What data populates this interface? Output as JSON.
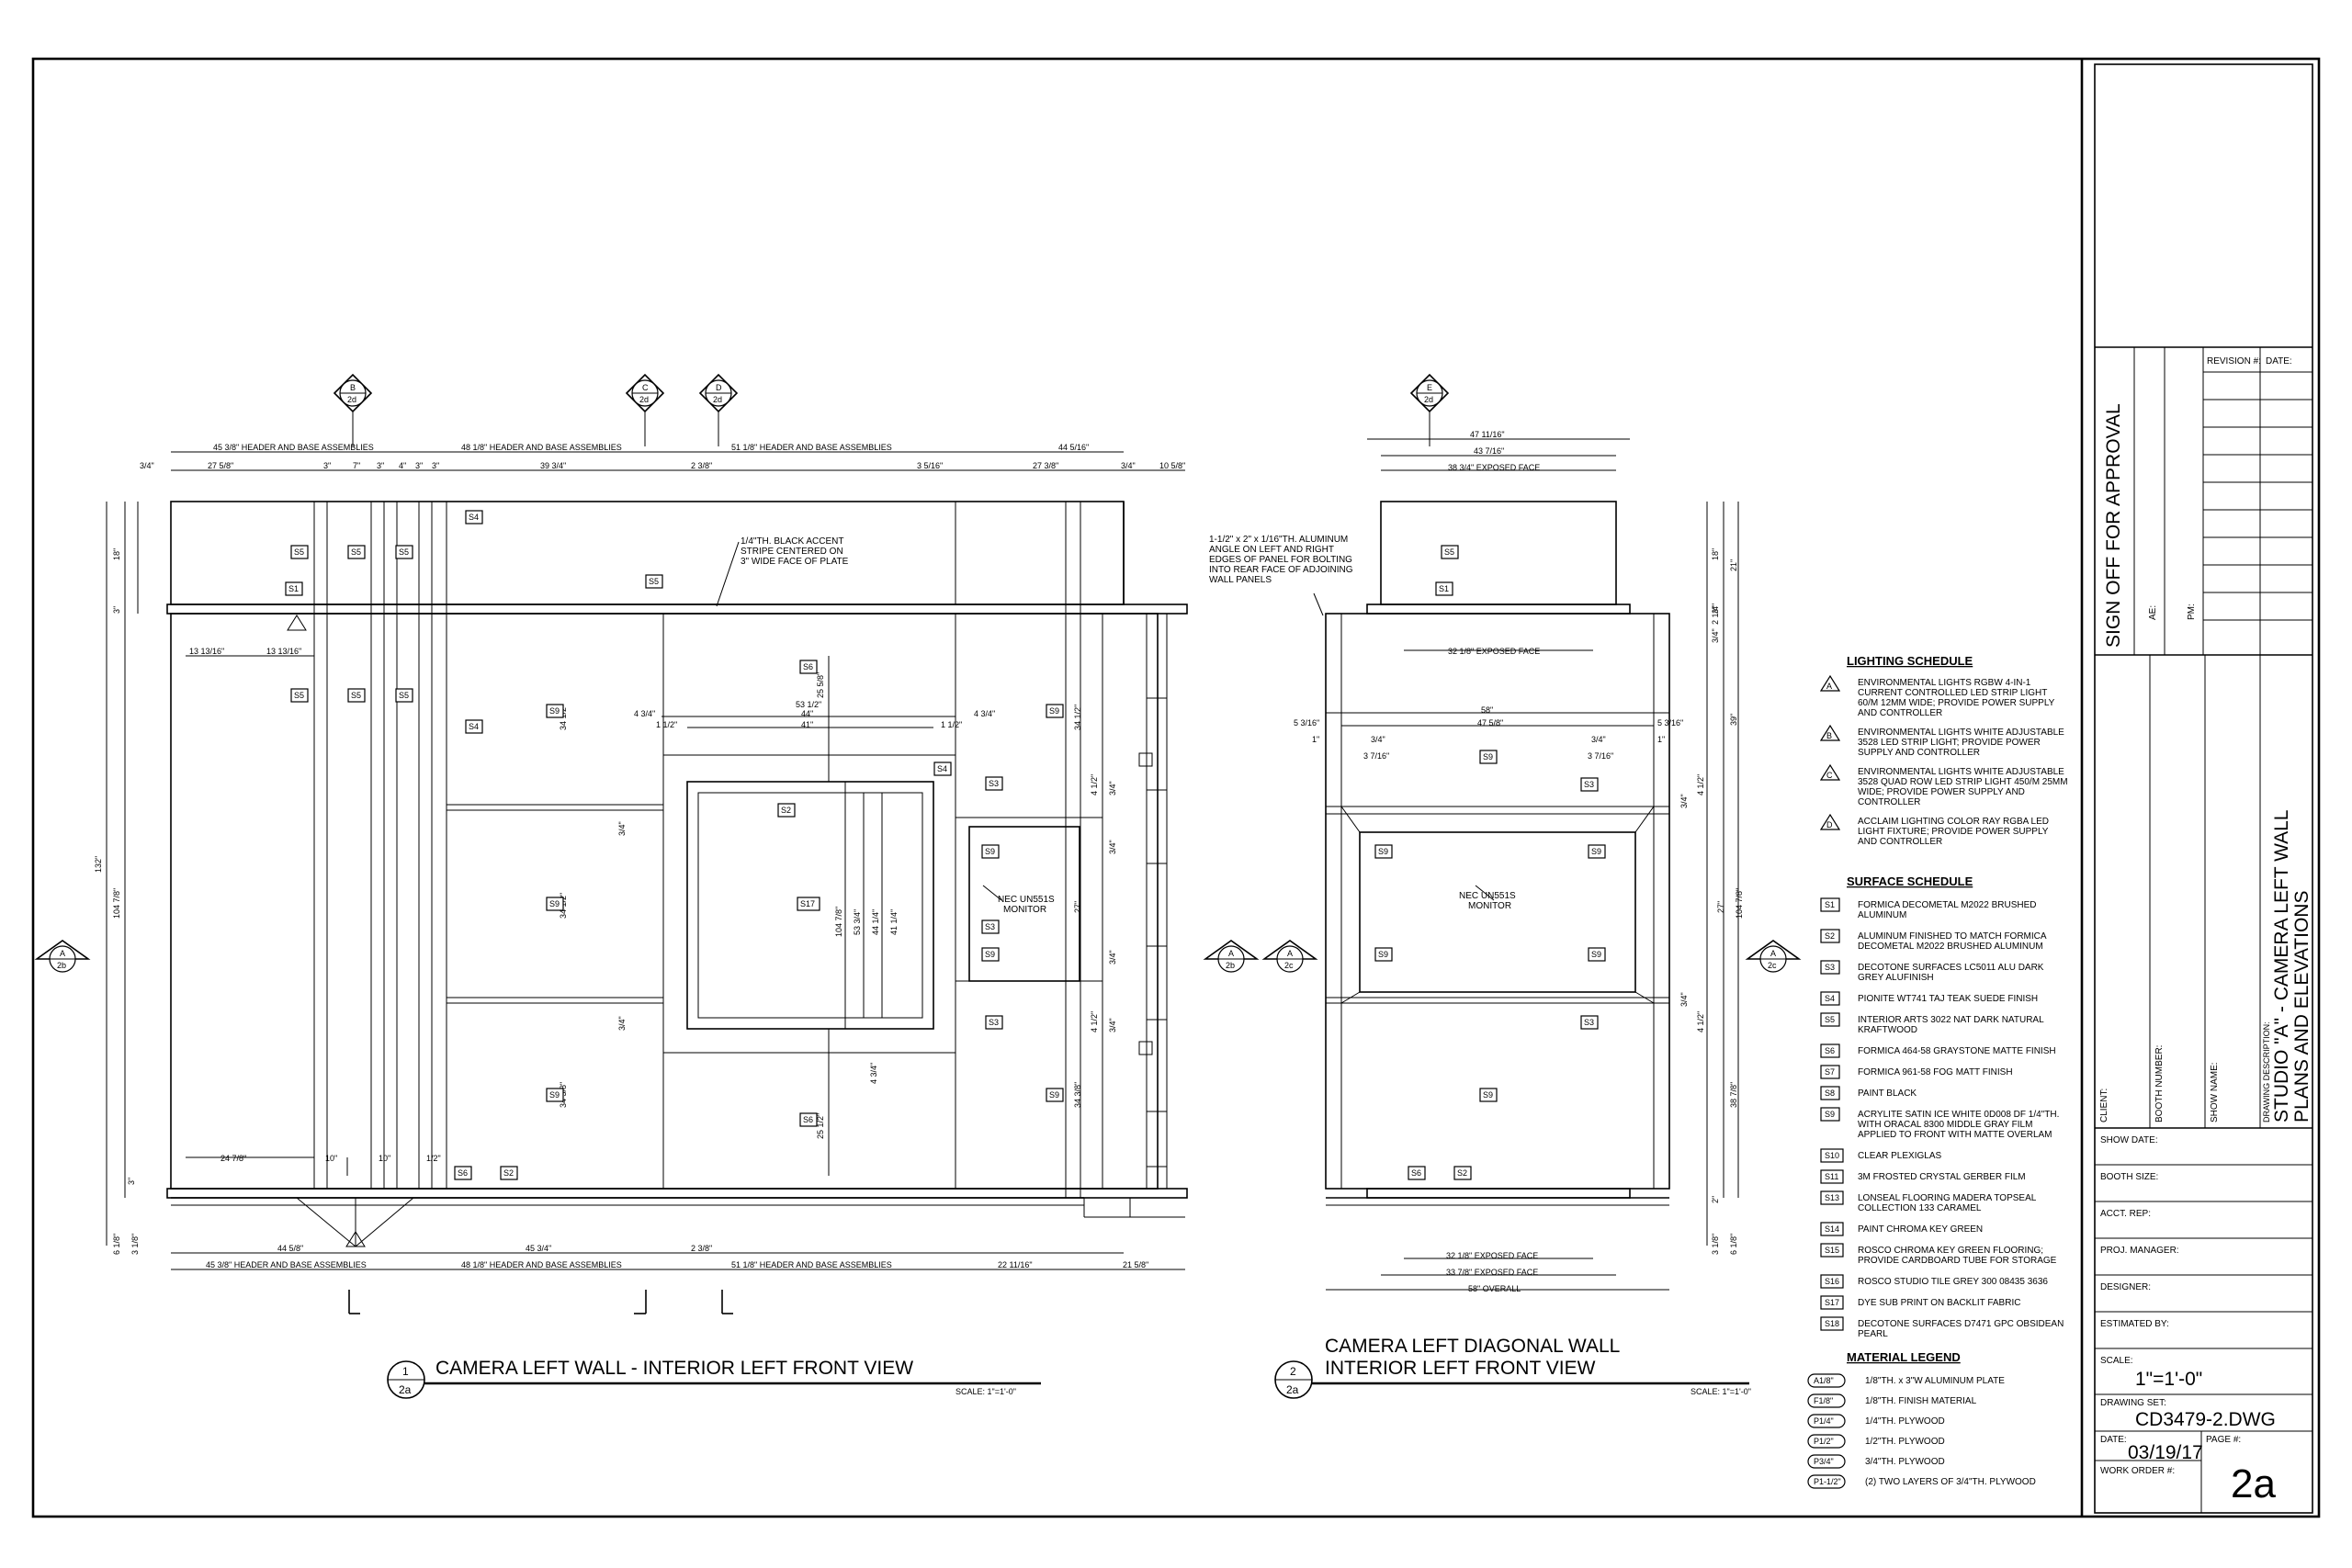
{
  "sheet": {
    "approval": {
      "title": "SIGN OFF FOR APPROVAL",
      "ae_label": "AE:",
      "pm_label": "PM:"
    },
    "revision": {
      "rev_label": "REVISION #:",
      "date_label": "DATE:"
    },
    "info": {
      "client_label": "CLIENT:",
      "booth_number_label": "BOOTH NUMBER:",
      "show_name_label": "SHOW NAME:",
      "description_label": "DRAWING DESCRIPTION:",
      "description_line1": "STUDIO \"A\" - CAMERA LEFT WALL",
      "description_line2": "PLANS AND ELEVATIONS",
      "show_date_label": "SHOW DATE:",
      "booth_size_label": "BOOTH SIZE:",
      "acct_rep_label": "ACCT. REP:",
      "proj_manager_label": "PROJ. MANAGER:",
      "designer_label": "DESIGNER:",
      "estimated_by_label": "ESTIMATED BY:",
      "scale_label": "SCALE:",
      "scale_value": "1\"=1'-0\"",
      "drawing_set_label": "DRAWING SET:",
      "drawing_set_value": "CD3479-2.DWG",
      "date_label": "DATE:",
      "date_value": "03/19/17",
      "page_label": "PAGE #:",
      "page_value": "2a",
      "work_order_label": "WORK ORDER #:"
    }
  },
  "views": {
    "view1": {
      "num": "1",
      "sheet": "2a",
      "title": "CAMERA LEFT WALL - INTERIOR LEFT FRONT VIEW",
      "scale": "SCALE: 1\"=1'-0\""
    },
    "view2": {
      "num": "2",
      "sheet": "2a",
      "title_line1": "CAMERA LEFT DIAGONAL WALL",
      "title_line2": "INTERIOR LEFT FRONT VIEW",
      "scale": "SCALE: 1\"=1'-0\""
    }
  },
  "section_markers": {
    "B": {
      "letter": "B",
      "sheet": "2d"
    },
    "C": {
      "letter": "C",
      "sheet": "2d"
    },
    "D": {
      "letter": "D",
      "sheet": "2d"
    },
    "E": {
      "letter": "E",
      "sheet": "2d"
    },
    "A1": {
      "letter": "A",
      "sheet": "2b"
    },
    "A2": {
      "letter": "A",
      "sheet": "2b"
    },
    "A3": {
      "letter": "A",
      "sheet": "2c"
    },
    "A4": {
      "letter": "A",
      "sheet": "2c"
    }
  },
  "notes": {
    "stripe": [
      "1/4\"TH. BLACK ACCENT",
      "STRIPE CENTERED ON",
      "3\" WIDE FACE OF PLATE"
    ],
    "angle": [
      "1-1/2\" x 2\" x 1/16\"TH. ALUMINUM",
      "ANGLE ON LEFT AND RIGHT",
      "EDGES OF PANEL FOR BOLTING",
      "INTO REAR FACE OF ADJOINING",
      "WALL PANELS"
    ],
    "monitor1": [
      "NEC UN551S",
      "MONITOR"
    ],
    "monitor2": [
      "NEC UN551S",
      "MONITOR"
    ]
  },
  "dims1": {
    "top1": [
      "45 3/8\" HEADER AND BASE ASSEMBLIES",
      "48 1/8\" HEADER AND BASE ASSEMBLIES",
      "51 1/8\" HEADER AND BASE ASSEMBLIES",
      "44 5/16\""
    ],
    "top2": [
      "3/4\"",
      "27 5/8\"",
      "3\"",
      "7\"",
      "3\"",
      "4\"",
      "3\"",
      "3\"",
      "39 3/4\"",
      "2 3/8\"",
      "3 5/16\"",
      "27 3/8\"",
      "3/4\"",
      "10 5/8\""
    ],
    "bottom1": [
      "44 5/8\"",
      "45 3/4\"",
      "2 3/8\""
    ],
    "bottom2": [
      "45 3/8\" HEADER AND BASE ASSEMBLIES",
      "48 1/8\" HEADER AND BASE ASSEMBLIES",
      "51 1/8\" HEADER AND BASE ASSEMBLIES",
      "22 11/16\"",
      "21 5/8\""
    ],
    "misc": [
      "13 13/16\"",
      "13 13/16\"",
      "53 1/2\"",
      "44\"",
      "41\"",
      "4 3/4\"",
      "4 3/4\"",
      "1 1/2\"",
      "1 1/2\"",
      "24 7/8\"",
      "10\"",
      "10\"",
      "1/2\"",
      "1 1/2\"",
      "1 1/2\""
    ],
    "vert_left": [
      "18\"",
      "3\"",
      "132\"",
      "104 7/8\"",
      "3\"",
      "6 1/8\"",
      "3 1/8\""
    ],
    "vert_inner": [
      "34 1/2\"",
      "34 1/2\"",
      "34 3/8\"",
      "3/4\"",
      "3/4\"",
      "25 5/8\"",
      "104 7/8\"",
      "53 3/4\"",
      "44 1/4\"",
      "41 1/4\"",
      "25 1/2\"",
      "4 3/4\"",
      "34 1/2\"",
      "34 3/8\"",
      "4 1/2\"",
      "4 1/2\"",
      "3/4\"",
      "3/4\"",
      "3/4\"",
      "3/4\"",
      "27\""
    ]
  },
  "dims2": {
    "top": [
      "47 11/16\"",
      "43 7/16\"",
      "38 3/4\" EXPOSED FACE",
      "32 1/8\" EXPOSED FACE",
      "58\"",
      "47 5/8\"",
      "5 3/16\"",
      "5 3/16\"",
      "1\"",
      "1\"",
      "3/4\"",
      "3/4\"",
      "3 7/16\"",
      "3 7/16\""
    ],
    "bottom": [
      "32 1/8\" EXPOSED FACE",
      "33 7/8\" EXPOSED FACE",
      "58\" OVERALL"
    ],
    "right": [
      "18\"",
      "21\"",
      "2 1/4\"",
      "3\"",
      "3/4\"",
      "39\"",
      "3/4\"",
      "4 1/2\"",
      "27\"",
      "104 7/8\"",
      "3/4\"",
      "4 1/2\"",
      "38 7/8\"",
      "2\"",
      "3 1/8\"",
      "6 1/8\""
    ]
  },
  "tags": {
    "S1": "S1",
    "S2": "S2",
    "S3": "S3",
    "S4": "S4",
    "S5": "S5",
    "S6": "S6",
    "S9": "S9",
    "S17": "S17"
  },
  "schedules": {
    "lighting": {
      "title": "LIGHTING SCHEDULE",
      "items": [
        {
          "tag": "A",
          "lines": [
            "ENVIRONMENTAL LIGHTS RGBW 4-IN-1",
            "CURRENT CONTROLLED LED STRIP LIGHT",
            "60/M 12MM WIDE; PROVIDE POWER SUPPLY",
            "AND CONTROLLER"
          ]
        },
        {
          "tag": "B",
          "lines": [
            "ENVIRONMENTAL LIGHTS WHITE ADJUSTABLE",
            "3528 LED STRIP LIGHT; PROVIDE POWER",
            "SUPPLY AND CONTROLLER"
          ]
        },
        {
          "tag": "C",
          "lines": [
            "ENVIRONMENTAL LIGHTS WHITE ADJUSTABLE",
            "3528 QUAD ROW LED STRIP LIGHT 450/M 25MM",
            "WIDE; PROVIDE POWER SUPPLY AND",
            "CONTROLLER"
          ]
        },
        {
          "tag": "D",
          "lines": [
            "ACCLAIM LIGHTING COLOR RAY RGBA LED",
            "LIGHT FIXTURE; PROVIDE POWER SUPPLY",
            "AND CONTROLLER"
          ]
        }
      ]
    },
    "surface": {
      "title": "SURFACE SCHEDULE",
      "items": [
        {
          "tag": "S1",
          "lines": [
            "FORMICA DECOMETAL M2022 BRUSHED",
            "ALUMINUM"
          ]
        },
        {
          "tag": "S2",
          "lines": [
            "ALUMINUM FINISHED TO MATCH FORMICA",
            "DECOMETAL M2022 BRUSHED ALUMINUM"
          ]
        },
        {
          "tag": "S3",
          "lines": [
            "DECOTONE SURFACES LC5011 ALU DARK",
            "GREY ALUFINISH"
          ]
        },
        {
          "tag": "S4",
          "lines": [
            "PIONITE WT741 TAJ TEAK SUEDE FINISH"
          ]
        },
        {
          "tag": "S5",
          "lines": [
            "INTERIOR ARTS 3022 NAT DARK NATURAL",
            "KRAFTWOOD"
          ]
        },
        {
          "tag": "S6",
          "lines": [
            "FORMICA 464-58 GRAYSTONE MATTE FINISH"
          ]
        },
        {
          "tag": "S7",
          "lines": [
            "FORMICA 961-58 FOG MATT FINISH"
          ]
        },
        {
          "tag": "S8",
          "lines": [
            "PAINT BLACK"
          ]
        },
        {
          "tag": "S9",
          "lines": [
            "ACRYLITE SATIN ICE WHITE 0D008 DF 1/4\"TH.",
            "WITH ORACAL 8300 MIDDLE GRAY FILM",
            "APPLIED TO FRONT WITH MATTE OVERLAM"
          ]
        },
        {
          "tag": "S10",
          "lines": [
            "CLEAR PLEXIGLAS"
          ]
        },
        {
          "tag": "S11",
          "lines": [
            "3M FROSTED CRYSTAL GERBER FILM"
          ]
        },
        {
          "tag": "S13",
          "lines": [
            "LONSEAL FLOORING MADERA TOPSEAL",
            "COLLECTION 133 CARAMEL"
          ]
        },
        {
          "tag": "S14",
          "lines": [
            "PAINT CHROMA KEY GREEN"
          ]
        },
        {
          "tag": "S15",
          "lines": [
            "ROSCO CHROMA KEY GREEN FLOORING;",
            "PROVIDE CARDBOARD TUBE FOR STORAGE"
          ]
        },
        {
          "tag": "S16",
          "lines": [
            "ROSCO STUDIO TILE GREY 300 08435 3636"
          ]
        },
        {
          "tag": "S17",
          "lines": [
            "DYE SUB PRINT ON BACKLIT FABRIC"
          ]
        },
        {
          "tag": "S18",
          "lines": [
            "DECOTONE SURFACES D7471 GPC OBSIDEAN",
            "PEARL"
          ]
        }
      ]
    },
    "material": {
      "title": "MATERIAL LEGEND",
      "items": [
        {
          "tag": "A1/8\"",
          "lines": [
            "1/8\"TH. x 3\"W ALUMINUM PLATE"
          ]
        },
        {
          "tag": "F1/8\"",
          "lines": [
            "1/8\"TH. FINISH MATERIAL"
          ]
        },
        {
          "tag": "P1/4\"",
          "lines": [
            "1/4\"TH. PLYWOOD"
          ]
        },
        {
          "tag": "P1/2\"",
          "lines": [
            "1/2\"TH. PLYWOOD"
          ]
        },
        {
          "tag": "P3/4\"",
          "lines": [
            "3/4\"TH. PLYWOOD"
          ]
        },
        {
          "tag": "P1-1/2\"",
          "lines": [
            "(2) TWO LAYERS OF 3/4\"TH. PLYWOOD"
          ]
        }
      ]
    }
  }
}
